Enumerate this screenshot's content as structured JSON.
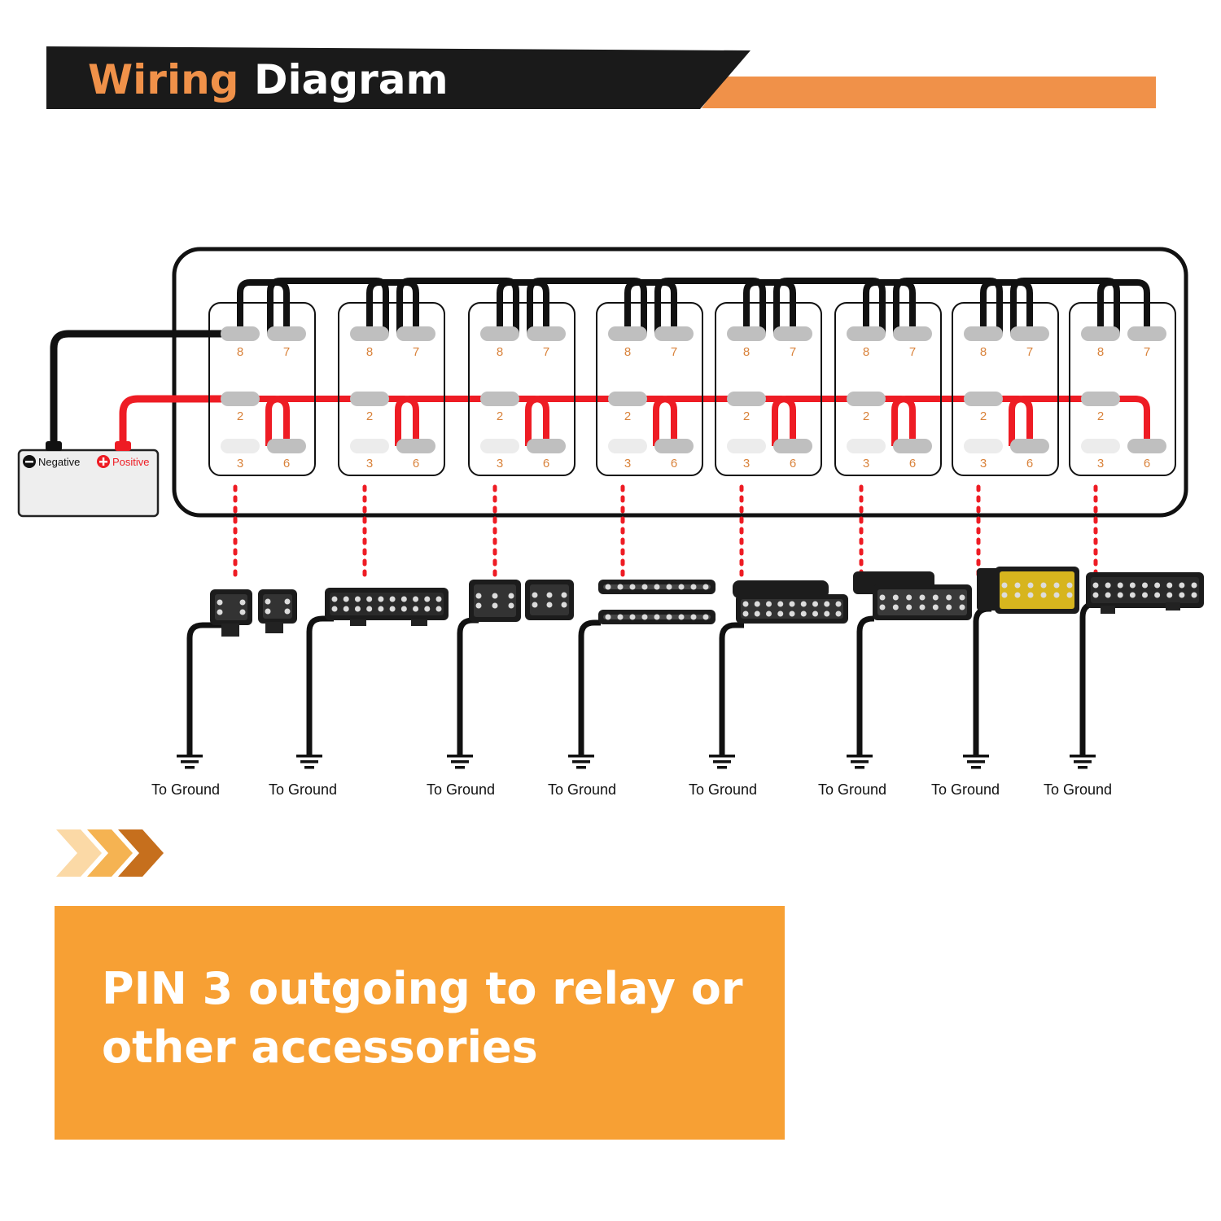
{
  "title": {
    "part1": "Wiring",
    "part2": "Diagram"
  },
  "colors": {
    "orange": "#f09149",
    "black": "#1a1a1a",
    "red": "#ee1c24",
    "pin_gray": "#bfbfbf",
    "pin_light": "#ececec",
    "pin_label": "#d9823a",
    "note_bg": "#f7a034"
  },
  "battery": {
    "negative_label": "Negative",
    "positive_label": "Positive"
  },
  "switches": [
    {
      "pins": [
        "8",
        "7",
        "2",
        "3",
        "6"
      ]
    },
    {
      "pins": [
        "8",
        "7",
        "2",
        "3",
        "6"
      ]
    },
    {
      "pins": [
        "8",
        "7",
        "2",
        "3",
        "6"
      ]
    },
    {
      "pins": [
        "8",
        "7",
        "2",
        "3",
        "6"
      ]
    },
    {
      "pins": [
        "8",
        "7",
        "2",
        "3",
        "6"
      ]
    },
    {
      "pins": [
        "8",
        "7",
        "2",
        "3",
        "6"
      ]
    },
    {
      "pins": [
        "8",
        "7",
        "2",
        "3",
        "6"
      ]
    },
    {
      "pins": [
        "8",
        "7",
        "2",
        "3",
        "6"
      ]
    }
  ],
  "grounds": [
    {
      "label": "To Ground",
      "light": "pod-pair"
    },
    {
      "label": "To Ground",
      "light": "light-bar"
    },
    {
      "label": "To Ground",
      "light": "pod-pair"
    },
    {
      "label": "To Ground",
      "light": "slim-bar-pair"
    },
    {
      "label": "To Ground",
      "light": "flush-pod-pair"
    },
    {
      "label": "To Ground",
      "light": "flush-pod-pair"
    },
    {
      "label": "To Ground",
      "light": "amber-light-bar"
    },
    {
      "label": "To Ground",
      "light": "light-bar"
    }
  ],
  "note": "PIN 3 outgoing to relay or other accessories",
  "chevron_colors": [
    "#fbd9a6",
    "#f5b352",
    "#c66f1d"
  ]
}
